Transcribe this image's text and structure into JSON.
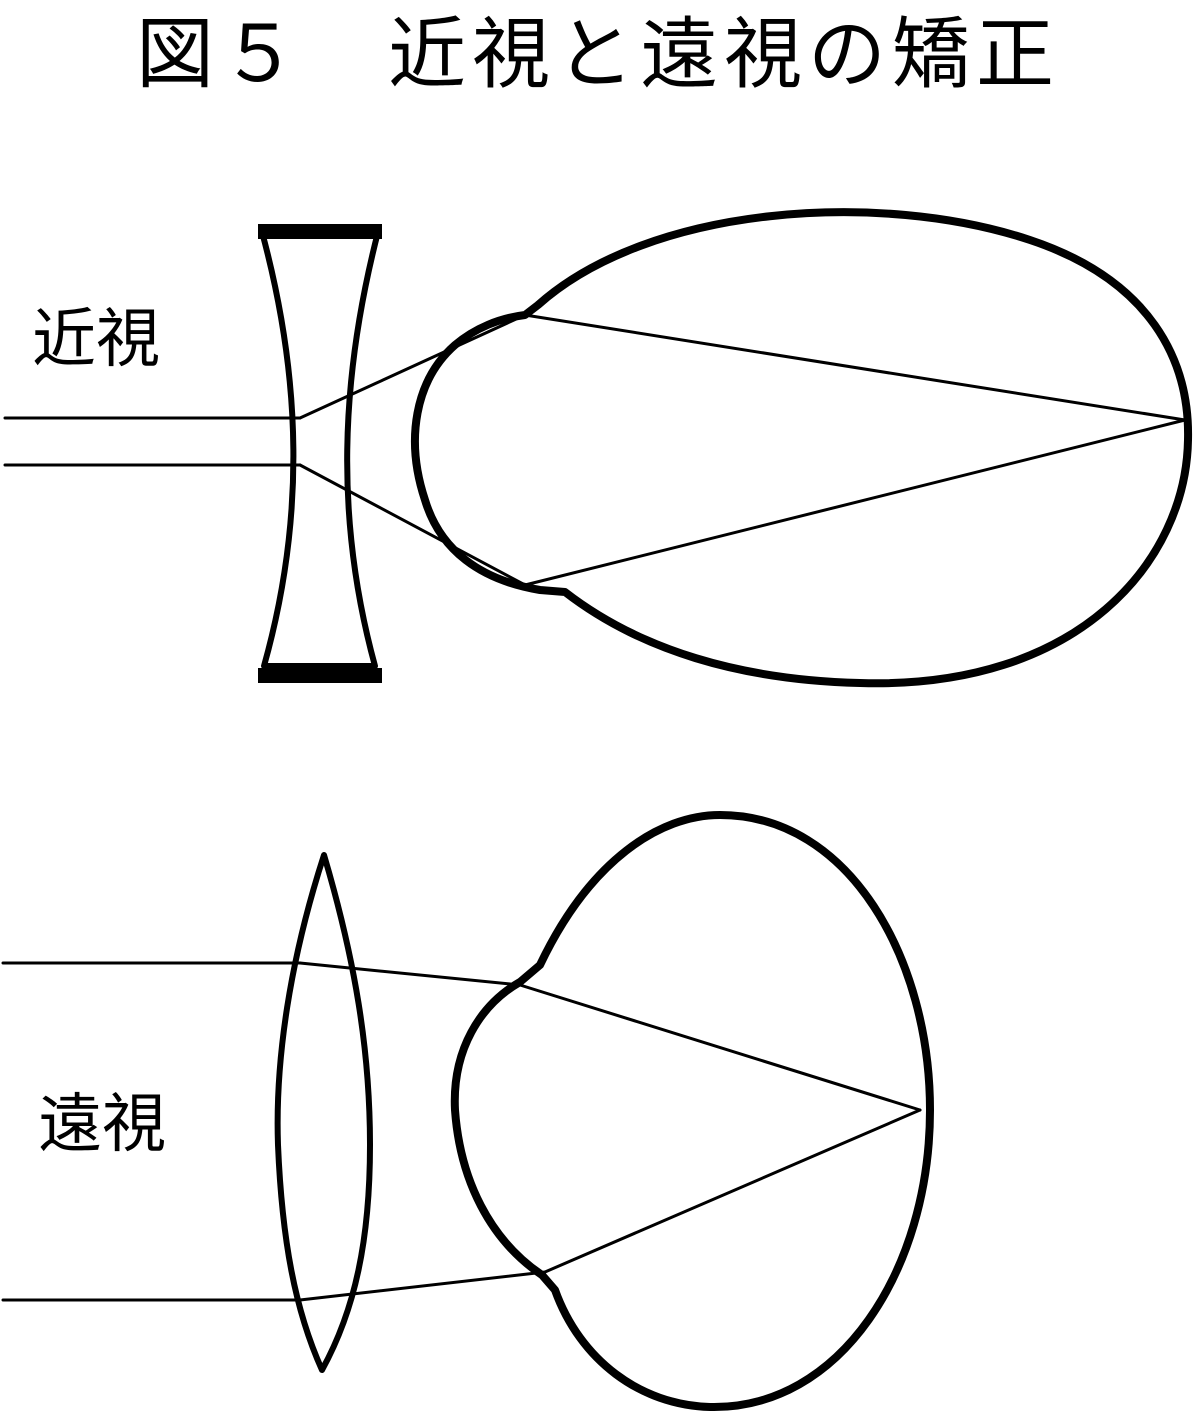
{
  "figure": {
    "title": "図５　近視と遠視の矯正"
  },
  "panels": {
    "myopia": {
      "label": "近視"
    },
    "hyperopia": {
      "label": "遠視"
    }
  },
  "colors": {
    "ink": "#000000",
    "background": "#ffffff"
  }
}
